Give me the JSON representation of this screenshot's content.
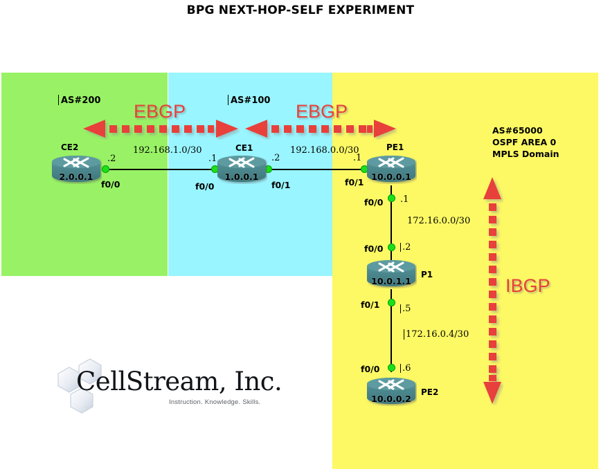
{
  "title": "BPG NEXT-HOP-SELF EXPERIMENT",
  "zones": {
    "green": {
      "as_label": "AS#200",
      "color": "#99f265"
    },
    "cyan": {
      "as_label": "AS#100",
      "color": "#99f5ff"
    },
    "yellow": {
      "color": "#fdf964",
      "domain_line1": "AS#65000",
      "domain_line2": "OSPF AREA 0",
      "domain_line3": "MPLS Domain"
    }
  },
  "bgp": {
    "ebgp_left_label": "EBGP",
    "ebgp_right_label": "EBGP",
    "ibgp_label": "IBGP",
    "color": "#e8413b"
  },
  "routers": [
    {
      "name": "CE2",
      "loopback": "2.0.0.1"
    },
    {
      "name": "CE1",
      "loopback": "1.0.0.1"
    },
    {
      "name": "PE1",
      "loopback": "10.0.0.1"
    },
    {
      "name": "P1",
      "loopback": "10.0.1.1"
    },
    {
      "name": "PE2",
      "loopback": "10.0.0.2"
    }
  ],
  "links": [
    {
      "subnet": "192.168.1.0/30",
      "left_iface": "f0/0",
      "left_octet": ".2",
      "right_iface": "f0/0",
      "right_octet": ".1"
    },
    {
      "subnet": "192.168.0.0/30",
      "left_iface": "f0/1",
      "left_octet": ".2",
      "right_iface": "f0/1",
      "right_octet": ".1"
    },
    {
      "subnet": "172.16.0.0/30",
      "top_iface": "f0/0",
      "top_octet": ".1",
      "bottom_iface": "f0/0",
      "bottom_octet": ".2"
    },
    {
      "subnet": "172.16.0.4/30",
      "top_iface": "f0/1",
      "top_octet": ".5",
      "bottom_iface": "f0/0",
      "bottom_octet": ".6"
    }
  ],
  "logo": {
    "word": "CellStream, Inc.",
    "tagline": "Instruction. Knowledge. Skills."
  }
}
